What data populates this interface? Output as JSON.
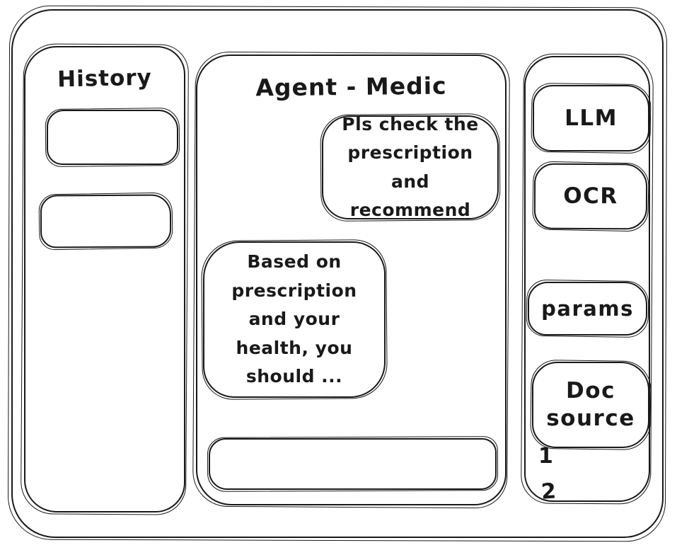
{
  "colors": {
    "ink": "#191919",
    "background": "#ffffff"
  },
  "history": {
    "title": "History",
    "items": [
      {
        "label": ""
      },
      {
        "label": ""
      }
    ]
  },
  "chat": {
    "title": "Agent - Medic",
    "messages": [
      {
        "role": "user",
        "text": "Pls check the prescription and recommend"
      },
      {
        "role": "assistant",
        "text": "Based on prescription and your health, you should ..."
      }
    ],
    "input": {
      "value": "",
      "placeholder": ""
    }
  },
  "tools": {
    "buttons": [
      {
        "id": "llm",
        "label": "LLM"
      },
      {
        "id": "ocr",
        "label": "OCR"
      },
      {
        "id": "params",
        "label": "params"
      },
      {
        "id": "doc-source",
        "label": "Doc source"
      }
    ],
    "doc_source_items": [
      "1",
      "2"
    ]
  }
}
